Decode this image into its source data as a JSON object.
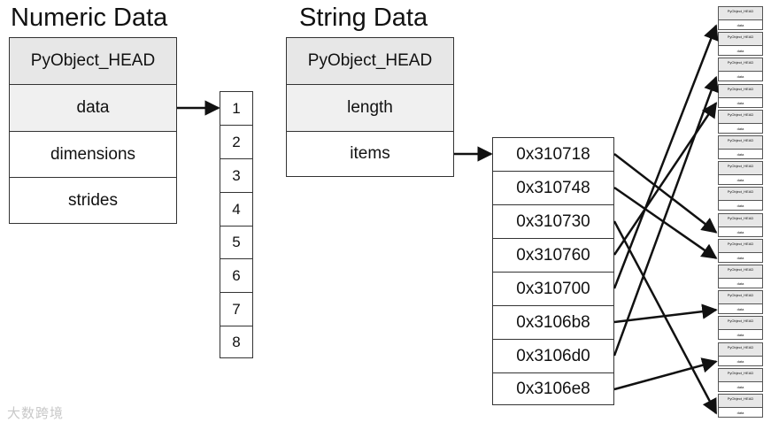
{
  "numeric": {
    "title": "Numeric Data",
    "fields": [
      "PyObject_HEAD",
      "data",
      "dimensions",
      "strides"
    ],
    "values": [
      "1",
      "2",
      "3",
      "4",
      "5",
      "6",
      "7",
      "8"
    ]
  },
  "string": {
    "title": "String Data",
    "fields": [
      "PyObject_HEAD",
      "length",
      "items"
    ],
    "addresses": [
      "0x310718",
      "0x310748",
      "0x310730",
      "0x310760",
      "0x310700",
      "0x3106b8",
      "0x3106d0",
      "0x3106e8"
    ],
    "pointer_targets": [
      8,
      9,
      15,
      3,
      0,
      11,
      2,
      13
    ]
  },
  "objects": {
    "count": 16,
    "head_label": "PyObject_HEAD",
    "data_label": "data"
  },
  "watermark": "大数跨境",
  "colors": {
    "border": "#333333",
    "head_fill": "#e7e7e7",
    "arrow": "#111111"
  }
}
